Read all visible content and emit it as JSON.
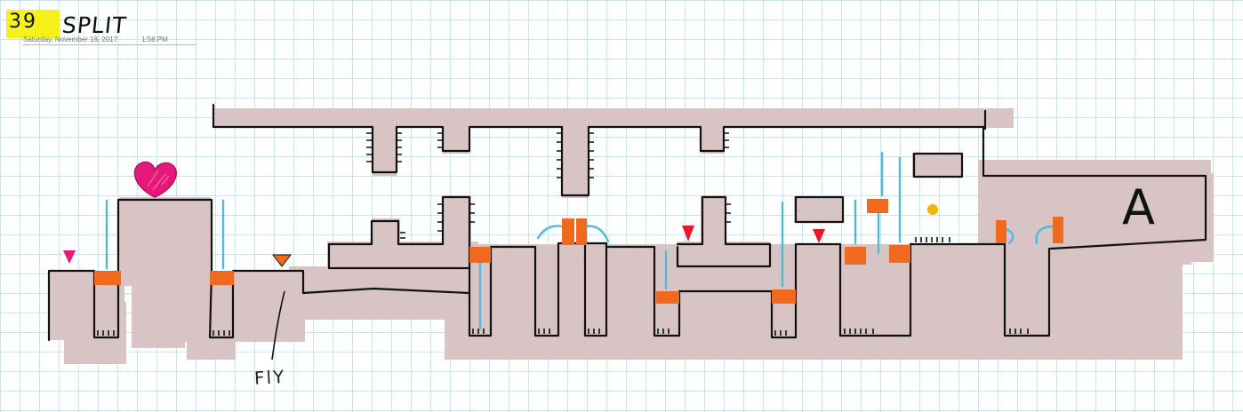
{
  "header": {
    "level_number": "39",
    "level_name": "SPLIT",
    "date": "Saturday, November 18, 2017",
    "time": "1:58 PM"
  },
  "labels": {
    "fly": "FlY",
    "exit": "A"
  },
  "colors": {
    "paper": "#ffffff",
    "grid": "#cfe3ef",
    "highlight": "#f5f21a",
    "terrain_fill": "#d8c4c4",
    "ink": "#111111",
    "platform": "#ef6a1e",
    "laser": "#4fb9dc",
    "heart": "#e8187a",
    "enemy": "#e6192b",
    "coin": "#f5b301"
  },
  "icons": {
    "heart": "heart-icon",
    "enemy": "spike-enemy-icon",
    "coin": "coin-icon"
  }
}
